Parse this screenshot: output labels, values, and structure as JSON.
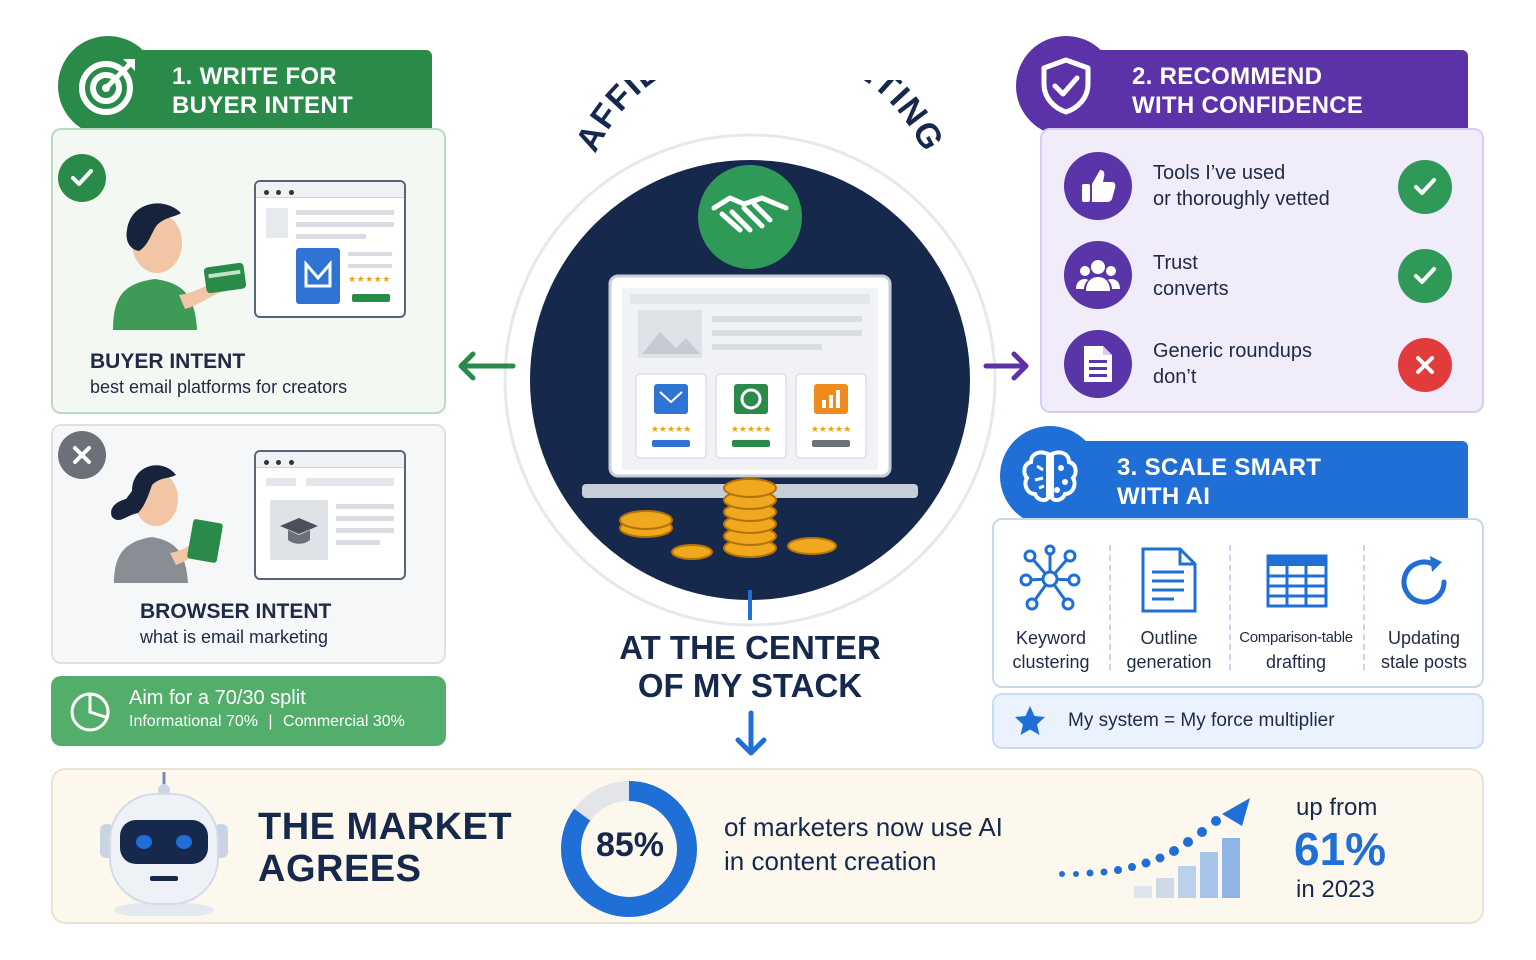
{
  "center": {
    "title": "AFFILIATE MARKETING",
    "caption_line1": "AT THE CENTER",
    "caption_line2": "OF MY STACK"
  },
  "section1": {
    "header_line1": "1. WRITE FOR",
    "header_line2": "BUYER INTENT",
    "buyer": {
      "title": "BUYER INTENT",
      "subtitle": "best email platforms for creators"
    },
    "browser": {
      "title": "BROWSER INTENT",
      "subtitle": "what is email marketing"
    },
    "split": {
      "title": "Aim for a 70/30 split",
      "informational": "Informational 70%",
      "separator": "|",
      "commercial": "Commercial 30%",
      "informational_pct": 70,
      "commercial_pct": 30
    }
  },
  "section2": {
    "header_line1": "2. RECOMMEND",
    "header_line2": "WITH CONFIDENCE",
    "items": [
      {
        "line1": "Tools I’ve used",
        "line2": "or thoroughly vetted",
        "icon": "thumbs-up-icon",
        "status": "check"
      },
      {
        "line1": "Trust",
        "line2": "converts",
        "icon": "people-icon",
        "status": "check"
      },
      {
        "line1": "Generic roundups",
        "line2": "don’t",
        "icon": "document-icon",
        "status": "cross"
      }
    ]
  },
  "section3": {
    "header_line1": "3. SCALE SMART",
    "header_line2": "WITH AI",
    "tools": [
      {
        "line1": "Keyword",
        "line2": "clustering",
        "icon": "network-icon"
      },
      {
        "line1": "Outline",
        "line2": "generation",
        "icon": "outline-icon"
      },
      {
        "line1": "Comparison-table",
        "line2": "drafting",
        "icon": "table-icon"
      },
      {
        "line1": "Updating",
        "line2": "stale posts",
        "icon": "refresh-icon"
      }
    ],
    "footer": "My system = My force multiplier"
  },
  "bottom": {
    "title_line1": "THE MARKET",
    "title_line2": "AGREES",
    "stat_value": "85%",
    "stat_fraction": 0.85,
    "stat_line1": "of marketers now use AI",
    "stat_line2": "in content creation",
    "prev_prefix": "up from",
    "prev_value": "61%",
    "prev_suffix": "in 2023"
  },
  "colors": {
    "green": "#2c8a4b",
    "purple": "#5b32a8",
    "blue": "#1f6fd6",
    "navy": "#16294d",
    "red": "#e23b3b"
  }
}
